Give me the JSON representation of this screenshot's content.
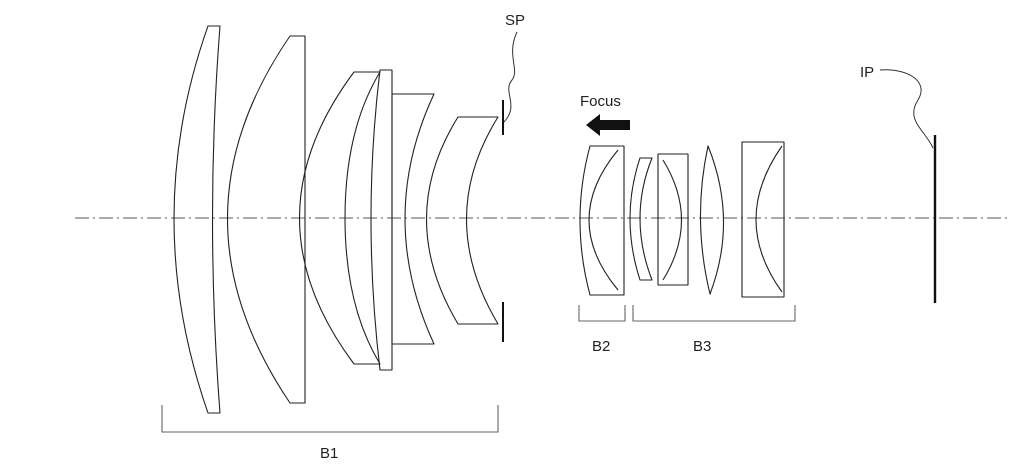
{
  "labels": {
    "stop": "SP",
    "image_plane": "IP",
    "focus": "Focus",
    "group1": "B1",
    "group2": "B2",
    "group3": "B3"
  },
  "colors": {
    "line": "#222222",
    "axis": "#555555",
    "background": "#ffffff"
  },
  "icons": {
    "focus_arrow": "left-arrow-icon"
  }
}
